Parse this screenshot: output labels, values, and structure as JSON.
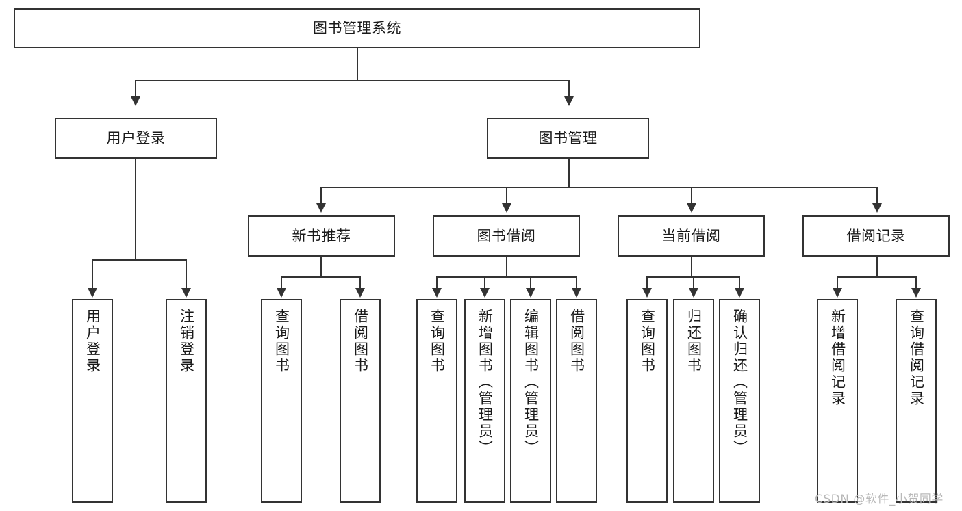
{
  "diagram": {
    "type": "tree-hierarchy-diagram",
    "title": "图书管理系统",
    "root": {
      "id": "root",
      "label": "图书管理系统"
    },
    "level1": [
      {
        "id": "user-login",
        "label": "用户登录"
      },
      {
        "id": "book-management",
        "label": "图书管理"
      }
    ],
    "level2": [
      {
        "id": "new-book-recommend",
        "label": "新书推荐",
        "parent": "book-management"
      },
      {
        "id": "book-borrow",
        "label": "图书借阅",
        "parent": "book-management"
      },
      {
        "id": "current-borrow",
        "label": "当前借阅",
        "parent": "book-management"
      },
      {
        "id": "borrow-record",
        "label": "借阅记录",
        "parent": "book-management"
      }
    ],
    "leaves": {
      "user_login": [
        {
          "id": "leaf-user-login",
          "label": "用户登录"
        },
        {
          "id": "leaf-user-logout",
          "label": "注销登录"
        }
      ],
      "new_book_recommend": [
        {
          "id": "leaf-query-book-1",
          "label": "查询图书"
        },
        {
          "id": "leaf-borrow-book-1",
          "label": "借阅图书"
        }
      ],
      "book_borrow": [
        {
          "id": "leaf-query-book-2",
          "label": "查询图书"
        },
        {
          "id": "leaf-add-book",
          "label": "新增图书（管理员）"
        },
        {
          "id": "leaf-edit-book",
          "label": "编辑图书（管理员）"
        },
        {
          "id": "leaf-borrow-book-2",
          "label": "借阅图书"
        }
      ],
      "current_borrow": [
        {
          "id": "leaf-query-book-3",
          "label": "查询图书"
        },
        {
          "id": "leaf-return-book",
          "label": "归还图书"
        },
        {
          "id": "leaf-confirm-return",
          "label": "确认归还（管理员）"
        }
      ],
      "borrow_record": [
        {
          "id": "leaf-add-record",
          "label": "新增借阅记录"
        },
        {
          "id": "leaf-query-record",
          "label": "查询借阅记录"
        }
      ]
    }
  },
  "watermark": {
    "text": "CSDN @软件_小贺同学"
  },
  "colors": {
    "stroke": "#333333",
    "background": "#ffffff",
    "text": "#1a1a1a",
    "watermark": "#b9b9b9"
  }
}
